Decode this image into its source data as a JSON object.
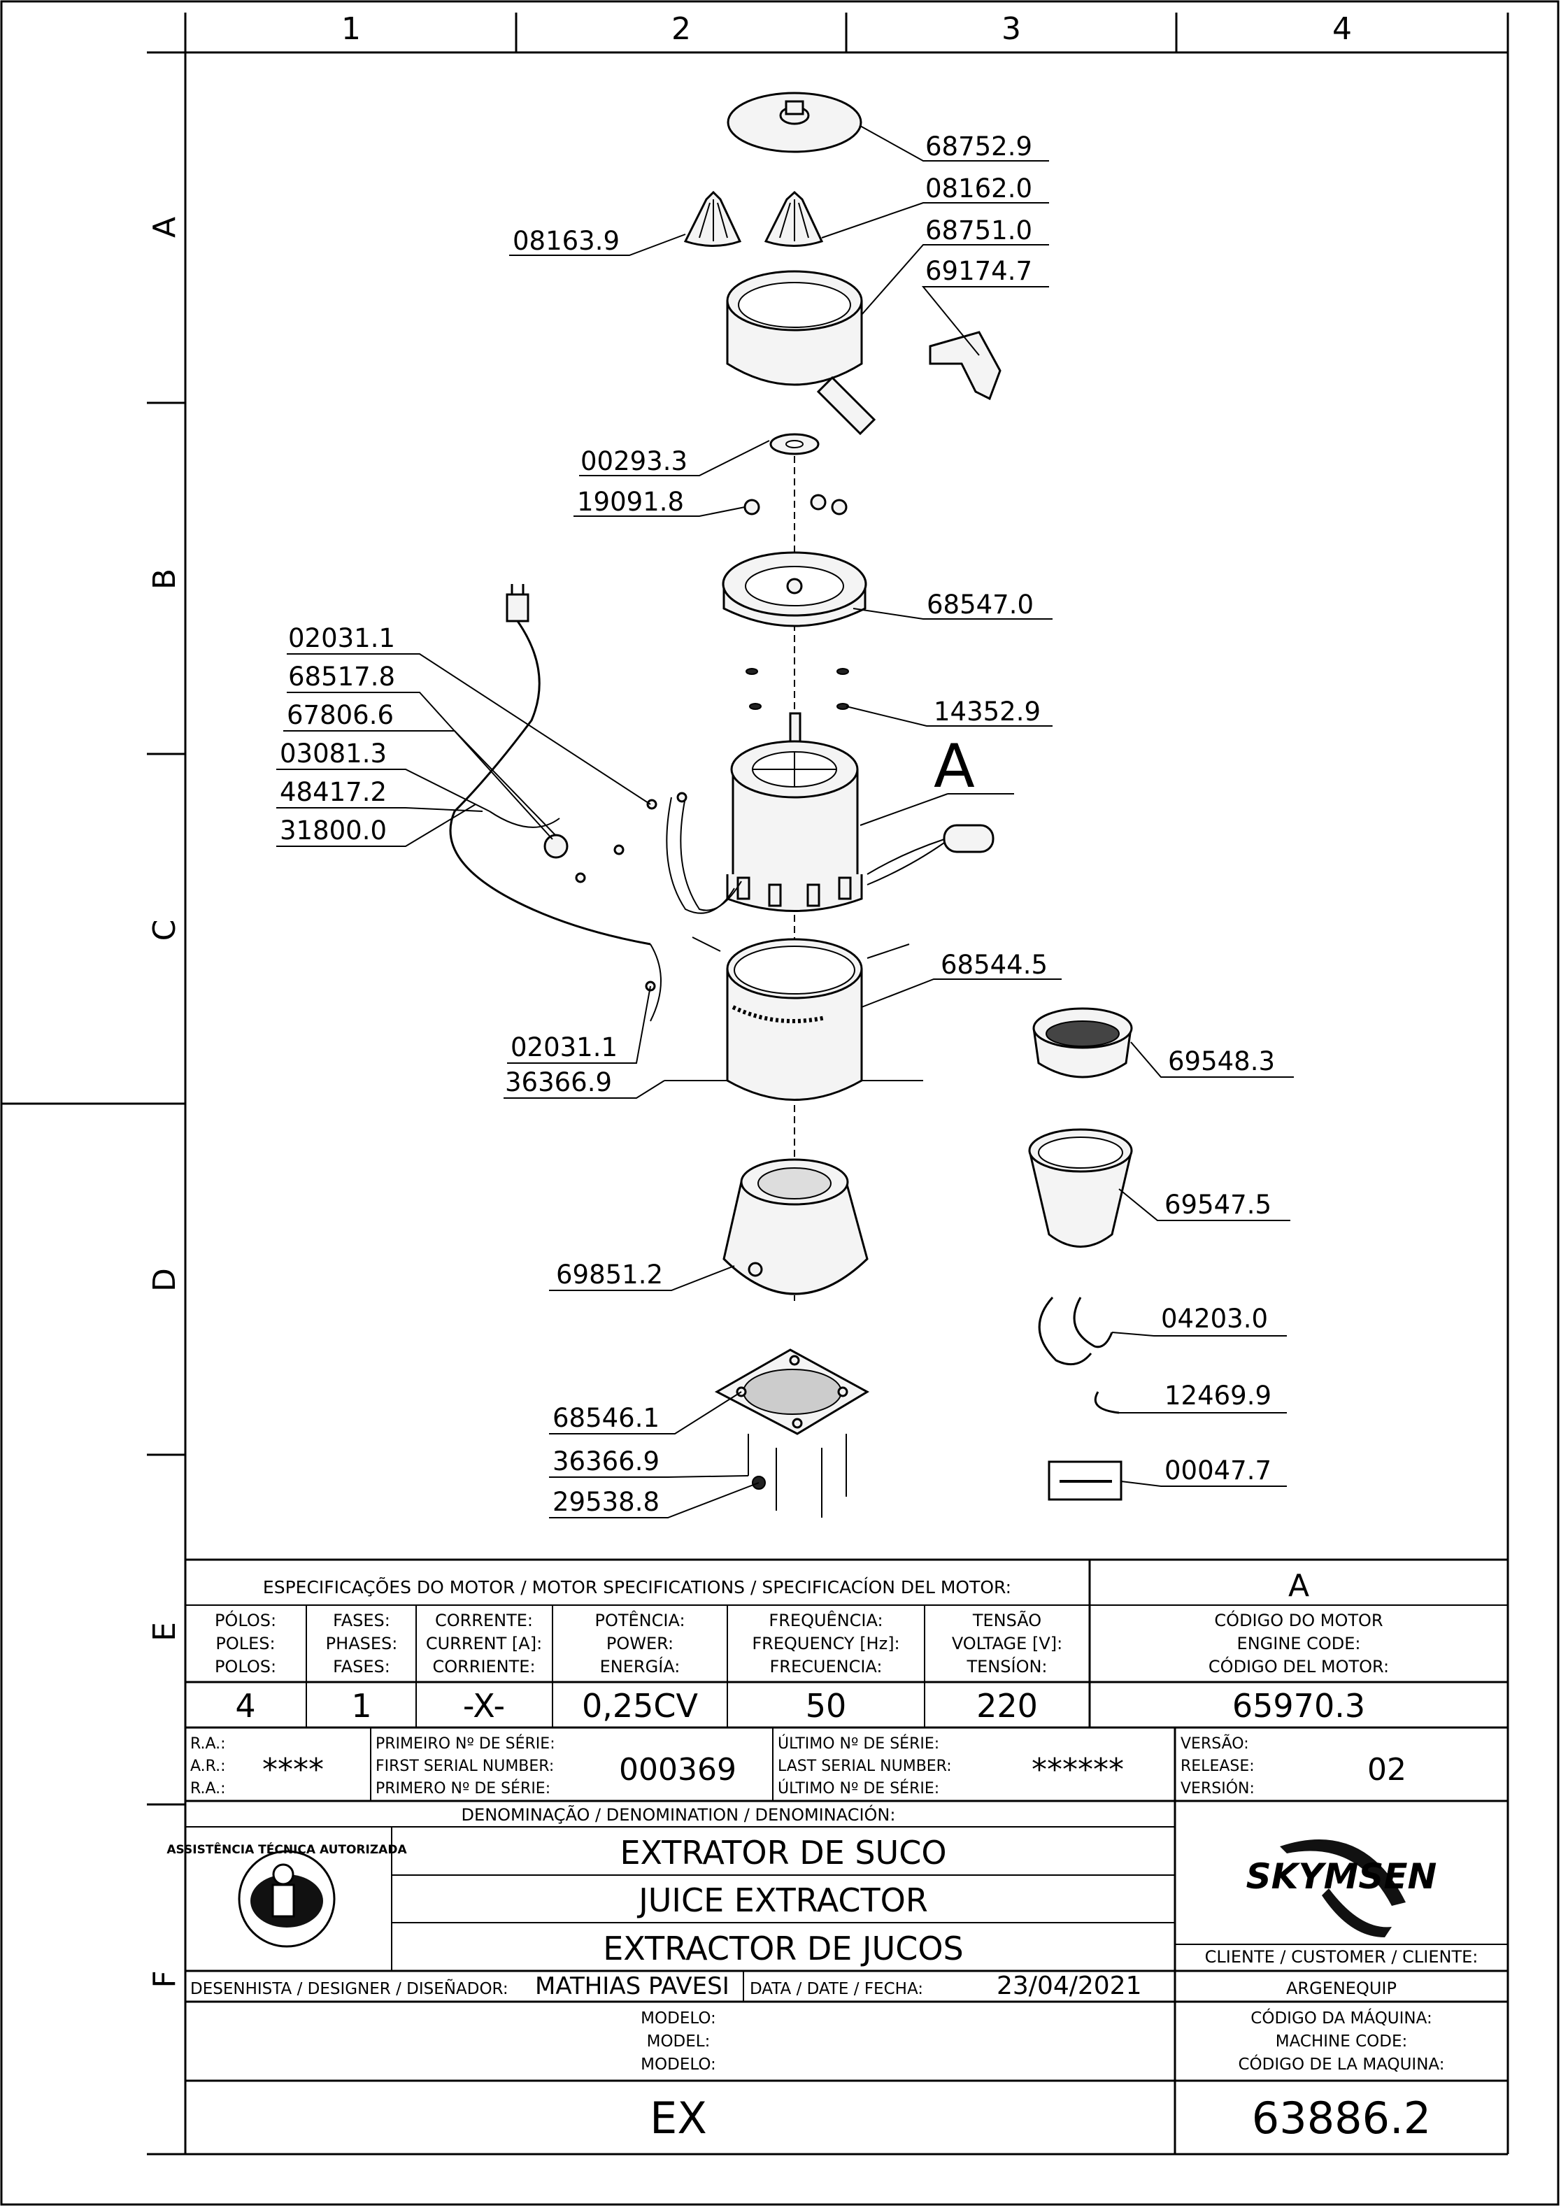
{
  "grid": {
    "columns": [
      "1",
      "2",
      "3",
      "4"
    ],
    "rows": [
      "A",
      "B",
      "C",
      "D",
      "E",
      "F"
    ]
  },
  "callouts": [
    {
      "code": "68752.9"
    },
    {
      "code": "08162.0"
    },
    {
      "code": "68751.0"
    },
    {
      "code": "69174.7"
    },
    {
      "code": "08163.9"
    },
    {
      "code": "00293.3"
    },
    {
      "code": "19091.8"
    },
    {
      "code": "68547.0"
    },
    {
      "code": "14352.9"
    },
    {
      "code": "02031.1"
    },
    {
      "code": "68517.8"
    },
    {
      "code": "67806.6"
    },
    {
      "code": "03081.3"
    },
    {
      "code": "48417.2"
    },
    {
      "code": "31800.0"
    },
    {
      "code": "68544.5"
    },
    {
      "code": "02031.1"
    },
    {
      "code": "36366.9"
    },
    {
      "code": "69548.3"
    },
    {
      "code": "69547.5"
    },
    {
      "code": "69851.2"
    },
    {
      "code": "04203.0"
    },
    {
      "code": "12469.9"
    },
    {
      "code": "68546.1"
    },
    {
      "code": "36366.9"
    },
    {
      "code": "29538.8"
    },
    {
      "code": "00047.7"
    }
  ],
  "motor_label": "A",
  "motor_specs": {
    "title": "ESPECIFICAÇÕES DO MOTOR / MOTOR SPECIFICATIONS / SPECIFICACÍON DEL MOTOR:",
    "label": "A",
    "headers": [
      {
        "l1": "PÓLOS:",
        "l2": "POLES:",
        "l3": "POLOS:"
      },
      {
        "l1": "FASES:",
        "l2": "PHASES:",
        "l3": "FASES:"
      },
      {
        "l1": "CORRENTE:",
        "l2": "CURRENT [A]:",
        "l3": "CORRIENTE:"
      },
      {
        "l1": "POTÊNCIA:",
        "l2": "POWER:",
        "l3": "ENERGÍA:"
      },
      {
        "l1": "FREQUÊNCIA:",
        "l2": "FREQUENCY [Hz]:",
        "l3": "FRECUENCIA:"
      },
      {
        "l1": "TENSÃO",
        "l2": "VOLTAGE [V]:",
        "l3": "TENSÍON:"
      },
      {
        "l1": "CÓDIGO DO MOTOR",
        "l2": "ENGINE CODE:",
        "l3": "CÓDIGO DEL MOTOR:"
      }
    ],
    "values": [
      "4",
      "1",
      "-X-",
      "0,25CV",
      "50",
      "220",
      "65970.3"
    ]
  },
  "serials": {
    "ra": {
      "l1": "R.A.:",
      "l2": "A.R.:",
      "l3": "R.A.:",
      "value": "****"
    },
    "first": {
      "l1": "PRIMEIRO Nº DE SÉRIE:",
      "l2": "FIRST SERIAL NUMBER:",
      "l3": "PRIMERO Nº DE SÉRIE:",
      "value": "000369"
    },
    "last": {
      "l1": "ÚLTIMO Nº DE SÉRIE:",
      "l2": "LAST SERIAL NUMBER:",
      "l3": "ÚLTIMO Nº DE SÉRIE:",
      "value": "******"
    },
    "version": {
      "l1": "VERSÃO:",
      "l2": "RELEASE:",
      "l3": "VERSIÓN:",
      "value": "02"
    }
  },
  "title_block": {
    "denomination_label": "DENOMINAÇÃO / DENOMINATION / DENOMINACIÓN:",
    "names": [
      "EXTRATOR DE SUCO",
      "JUICE EXTRACTOR",
      "EXTRACTOR DE JUCOS"
    ],
    "seal_text": "ASSISTÊNCIA TÉCNICA AUTORIZADA",
    "logo_text": "SKYMSEN",
    "client_label": "CLIENTE / CUSTOMER / CLIENTE:",
    "client": "ARGENEQUIP",
    "designer_label": "DESENHISTA / DESIGNER / DISEÑADOR:",
    "designer": "MATHIAS PAVESI",
    "date_label": "DATA / DATE / FECHA:",
    "date": "23/04/2021",
    "model_label": {
      "l1": "MODELO:",
      "l2": "MODEL:",
      "l3": "MODELO:"
    },
    "machine_code_label": {
      "l1": "CÓDIGO DA MÁQUINA:",
      "l2": "MACHINE CODE:",
      "l3": "CÓDIGO DE LA MAQUINA:"
    },
    "model": "EX",
    "machine_code": "63886.2"
  }
}
